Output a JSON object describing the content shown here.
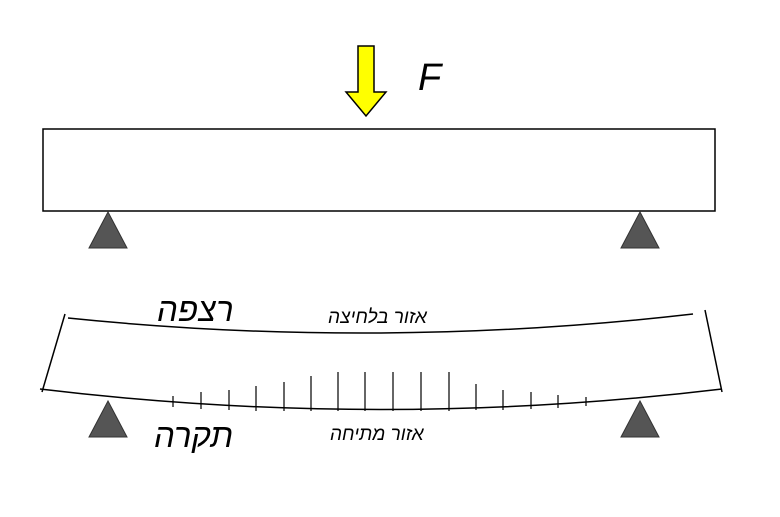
{
  "force_label": "F",
  "top_surface_label": "רצפה",
  "compression_zone_label": "אזור בלחיצה",
  "bottom_surface_label": "תקרה",
  "tension_zone_label": "אזור מתיחה",
  "colors": {
    "arrow_fill": "#ffff00",
    "support_fill": "#555555",
    "line": "#000000"
  }
}
